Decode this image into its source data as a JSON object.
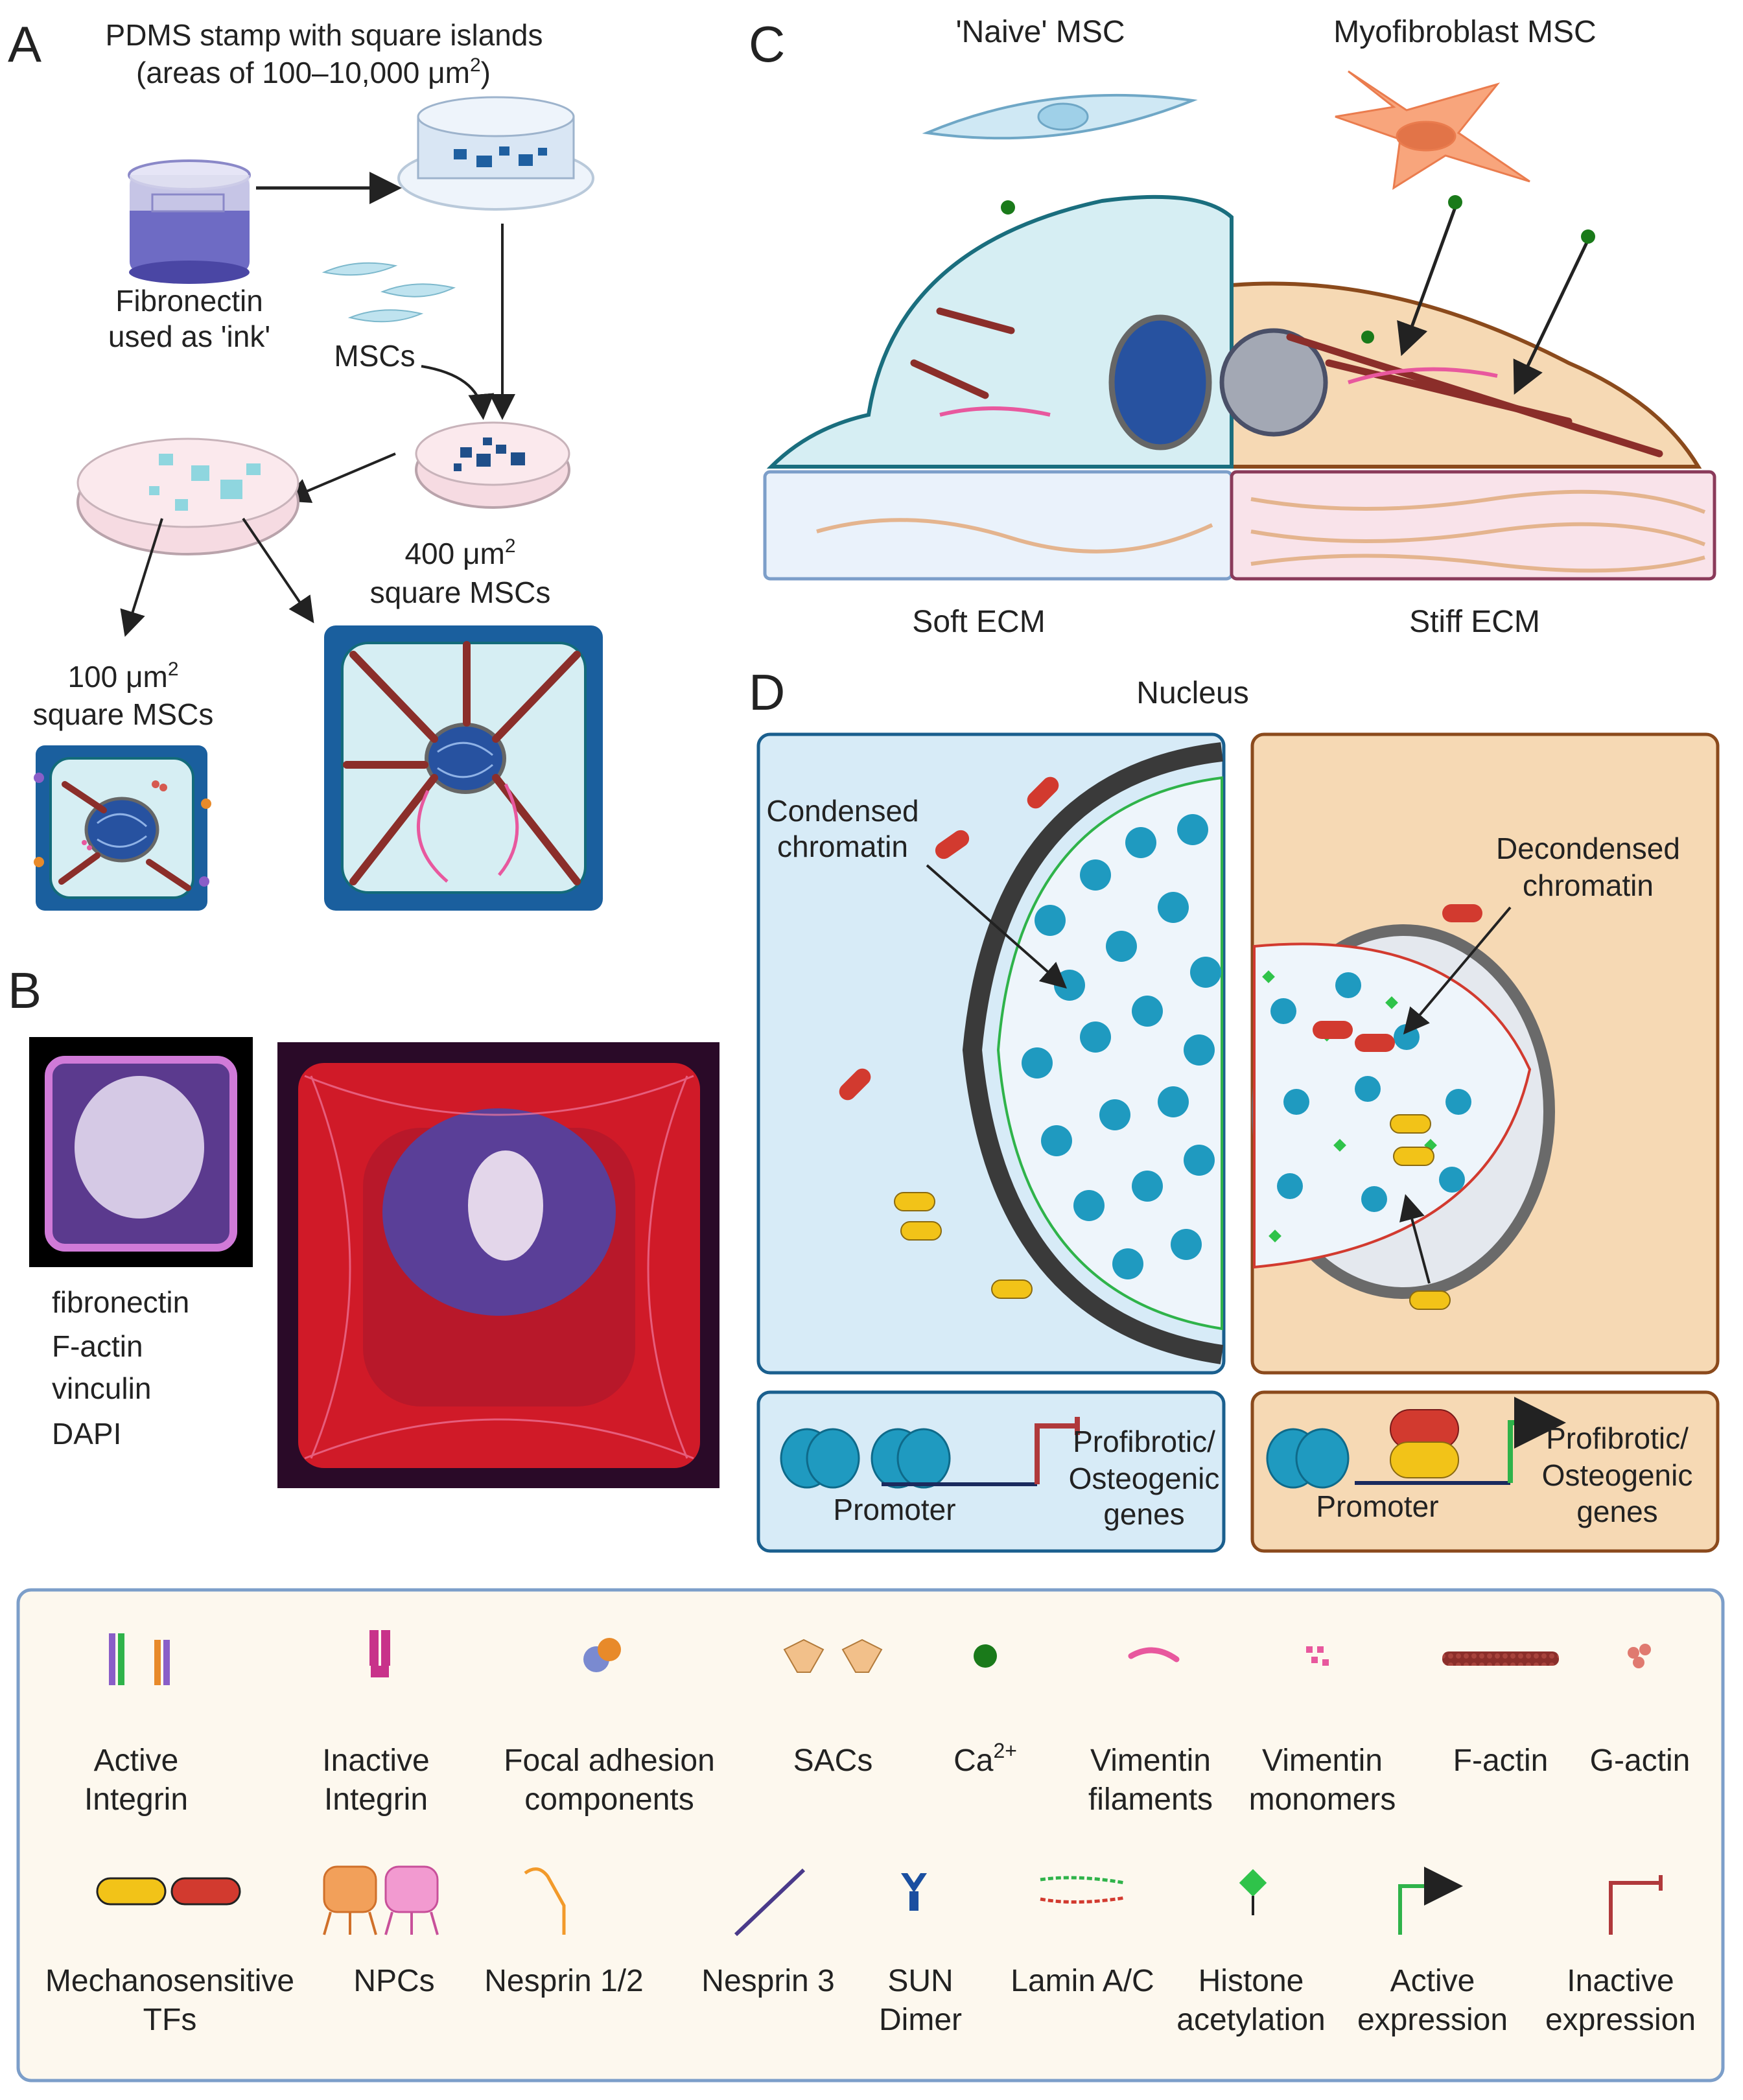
{
  "panels": {
    "a": "A",
    "b": "B",
    "c": "C",
    "d": "D"
  },
  "panel_a": {
    "stamp_title": "PDMS stamp with square islands",
    "stamp_subtitle_pre": "(areas of 100–10,000 μm",
    "stamp_subtitle_sup": "2",
    "stamp_subtitle_post": ")",
    "ink_line1": "Fibronectin",
    "ink_line2": "used as 'ink'",
    "mscs": "MSCs",
    "small_area": "100 μm",
    "small_sup": "2",
    "small_line2": "square MSCs",
    "large_area": "400 μm",
    "large_sup": "2",
    "large_line2": "square MSCs"
  },
  "panel_b": {
    "stains": [
      "fibronectin",
      "F-actin",
      "vinculin",
      "DAPI"
    ],
    "stain_colors": [
      "#1f5fa0",
      "#e02020",
      "#22a022",
      "#222222"
    ]
  },
  "panel_c": {
    "naive": "'Naive' MSC",
    "myo": "Myofibroblast MSC",
    "soft": "Soft ECM",
    "stiff": "Stiff ECM"
  },
  "panel_d": {
    "title": "Nucleus",
    "condensed_1": "Condensed",
    "condensed_2": "chromatin",
    "decondensed_1": "Decondensed",
    "decondensed_2": "chromatin",
    "promoter": "Promoter",
    "genes_1": "Profibrotic/",
    "genes_2": "Osteogenic",
    "genes_3": "genes"
  },
  "legend": {
    "row1": [
      {
        "icon": "active-integrin-icon",
        "lines": [
          "Active",
          "Integrin"
        ]
      },
      {
        "icon": "inactive-integrin-icon",
        "lines": [
          "Inactive",
          "Integrin"
        ]
      },
      {
        "icon": "focal-adhesion-icon",
        "lines": [
          "Focal adhesion",
          "components"
        ]
      },
      {
        "icon": "sac-icon",
        "lines": [
          "SACs"
        ]
      },
      {
        "icon": "calcium-icon",
        "lines": [
          "Ca"
        ],
        "sup": "2+"
      },
      {
        "icon": "vimentin-filament-icon",
        "lines": [
          "Vimentin",
          "filaments"
        ]
      },
      {
        "icon": "vimentin-monomer-icon",
        "lines": [
          "Vimentin",
          "monomers"
        ]
      },
      {
        "icon": "f-actin-icon",
        "lines": [
          "F-actin"
        ]
      },
      {
        "icon": "g-actin-icon",
        "lines": [
          "G-actin"
        ]
      }
    ],
    "row2": [
      {
        "icon": "transcription-factor-icon",
        "lines": [
          "Mechanosensitive",
          "TFs"
        ]
      },
      {
        "icon": "npc-icon",
        "lines": [
          "NPCs"
        ]
      },
      {
        "icon": "nesprin-12-icon",
        "lines": [
          "Nesprin 1/2"
        ]
      },
      {
        "icon": "nesprin-3-icon",
        "lines": [
          "Nesprin 3"
        ]
      },
      {
        "icon": "sun-dimer-icon",
        "lines": [
          "SUN",
          "Dimer"
        ]
      },
      {
        "icon": "lamin-icon",
        "lines": [
          "Lamin A/C"
        ]
      },
      {
        "icon": "histone-acetylation-icon",
        "lines": [
          "Histone",
          "acetylation"
        ]
      },
      {
        "icon": "active-expression-icon",
        "lines": [
          "Active",
          "expression"
        ]
      },
      {
        "icon": "inactive-expression-icon",
        "lines": [
          "Inactive",
          "expression"
        ]
      }
    ]
  },
  "colors": {
    "cell_fill": "#d6eef3",
    "cell_edge": "#1a6e7e",
    "myo_fill": "#f6d9b4",
    "myo_edge": "#8b4a1c",
    "f_actin": "#8b2e2a",
    "vimentin": "#e8589e",
    "chromatin": "#1f9ac0",
    "tf_red": "#d23a2f",
    "tf_yellow": "#f2c318",
    "active_arrow": "#2fb34a",
    "inactive_arrow": "#b0393b"
  }
}
